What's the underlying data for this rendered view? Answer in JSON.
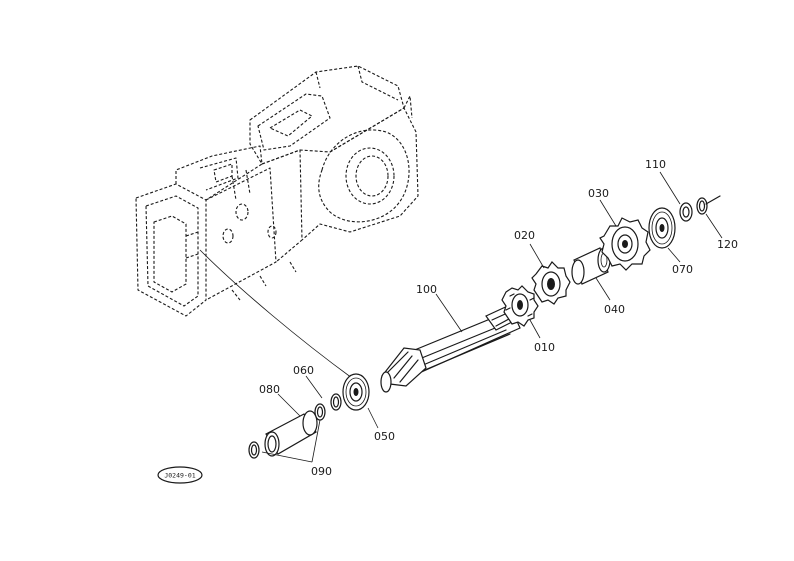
{
  "diagram": {
    "callouts": [
      "010",
      "020",
      "030",
      "040",
      "050",
      "060",
      "070",
      "080",
      "090",
      "100",
      "110",
      "120"
    ],
    "reference_code": "J0249-01"
  }
}
